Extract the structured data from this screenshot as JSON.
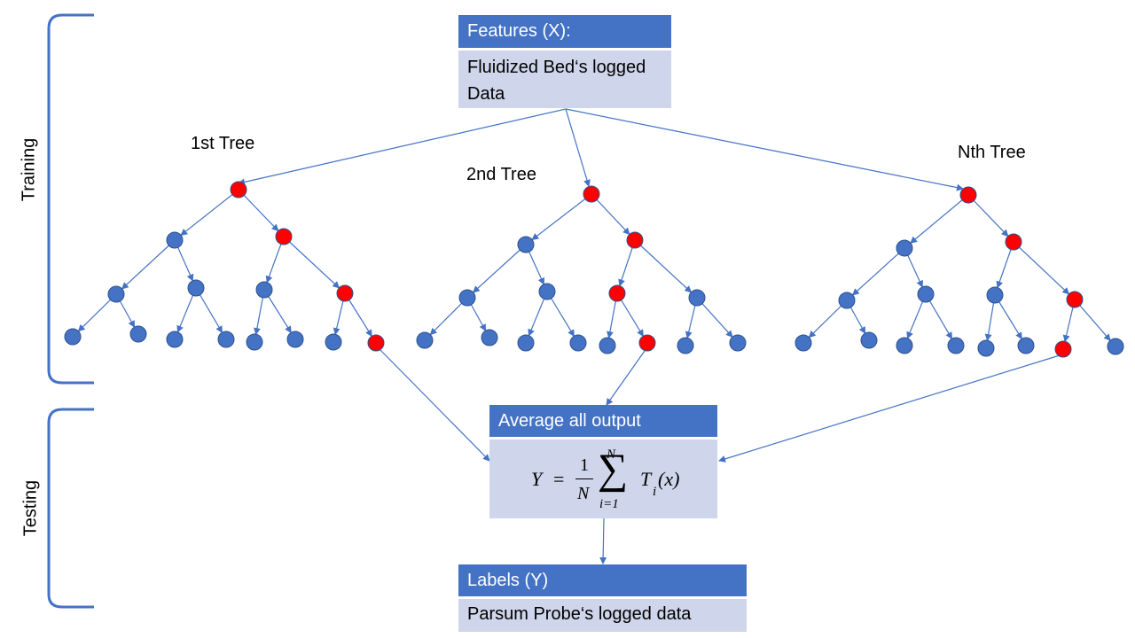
{
  "features": {
    "header": "Features (X):",
    "body": "Fluidized Bed‘s logged Data"
  },
  "average": {
    "header": "Average all output"
  },
  "formula": {
    "lhs": "Y",
    "eq": "=",
    "num": "1",
    "den": "N",
    "sum": "∑",
    "upper": "N",
    "lower": "i=1",
    "term": "T",
    "sub": "i",
    "arg": "(x)"
  },
  "labels": {
    "header": "Labels (Y)",
    "body": "Parsum Probe‘s logged data"
  },
  "trees": [
    {
      "label": "1st Tree"
    },
    {
      "label": "2nd Tree"
    },
    {
      "label": "Nth Tree"
    }
  ],
  "phases": {
    "training": "Training",
    "testing": "Testing"
  },
  "colors": {
    "box_header": "#4472C4",
    "box_body": "#CFD5EA",
    "node_default": "#4472C4",
    "node_path": "#FF0000",
    "edge": "#4472C4"
  }
}
